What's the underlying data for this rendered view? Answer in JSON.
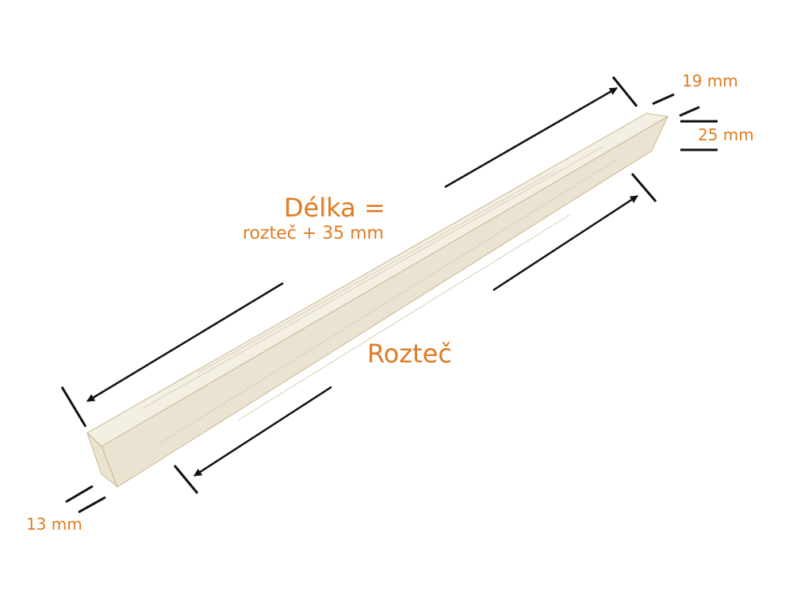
{
  "colors": {
    "label": "#e07b22",
    "line": "#111111",
    "wood_top": "#f4efe3",
    "wood_side": "#ebe3d2",
    "wood_grain": "#d9ceb7",
    "wood_edge": "#c9b58c"
  },
  "labels": {
    "length_title": "Délka =",
    "length_formula": "rozteč + 35 mm",
    "pitch": "Rozteč",
    "width": "19 mm",
    "height": "25 mm",
    "thickness": "13 mm"
  }
}
